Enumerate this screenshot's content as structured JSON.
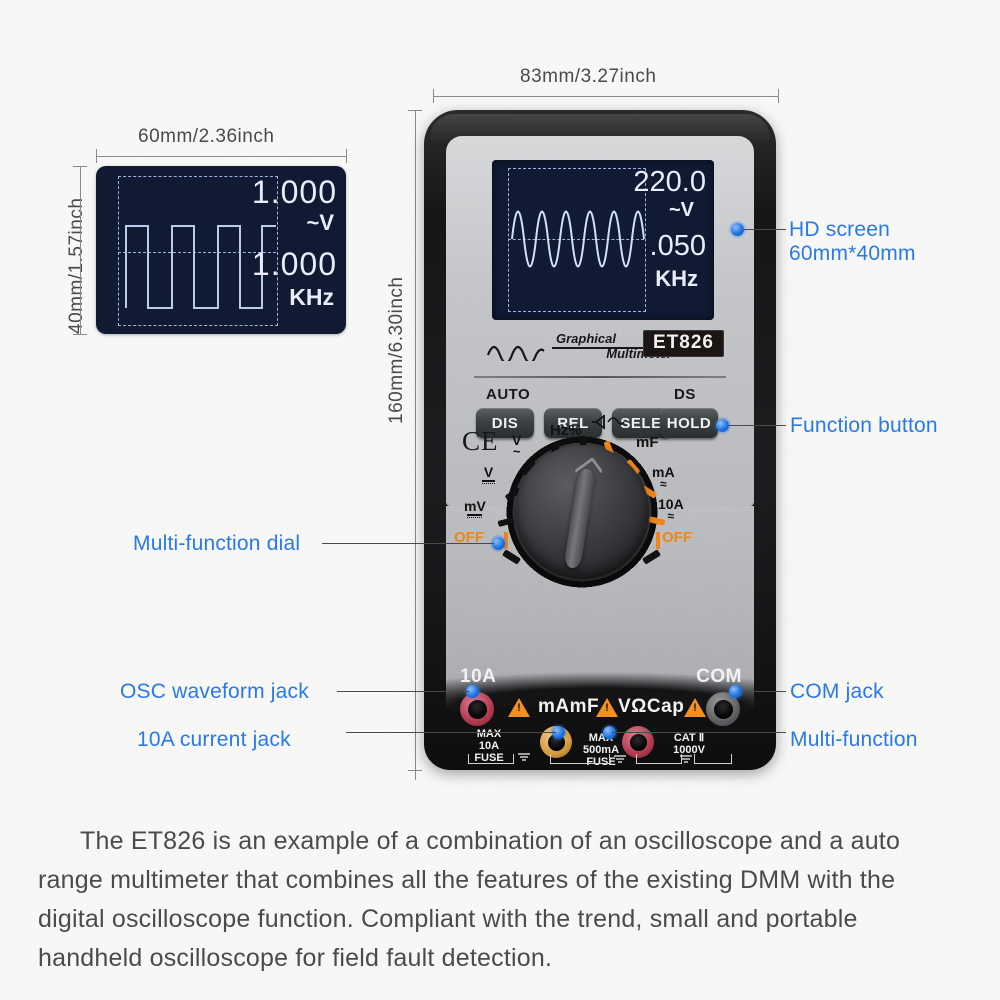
{
  "background_color": "#f7f7f6",
  "accent_color": "#2979e8",
  "dial_accent_color": "#f08519",
  "dimensions": {
    "screen_width": "60mm/2.36inch",
    "screen_height": "40mm/1.57inch",
    "device_width": "83mm/3.27inch",
    "device_height": "160mm/6.30inch"
  },
  "sample_screen": {
    "voltage_value": "1.000",
    "voltage_unit": "~V",
    "freq_value": "1.000",
    "freq_unit": "KHz",
    "waveform": "square"
  },
  "device": {
    "lcd": {
      "voltage_value": "220.0",
      "voltage_unit": "~V",
      "freq_value": ".050",
      "freq_unit": "KHz",
      "waveform": "sine"
    },
    "brand_line1": "Graphical",
    "brand_line2": "Multimeter",
    "model": "ET826",
    "button_top_labels": {
      "auto": "AUTO",
      "ds": "DS"
    },
    "buttons": [
      "DIS",
      "REL",
      "SELE",
      "HOLD"
    ],
    "certification": "CE",
    "dial_labels_left": [
      "mV",
      "V",
      "V~",
      "Hz%"
    ],
    "dial_labels_right": [
      "mF",
      "mA",
      "10A"
    ],
    "dial_off_left": "OFF",
    "dial_off_right": "OFF",
    "jacks": {
      "top_left": "10A",
      "top_right": "COM",
      "mid_left": "mAmF",
      "mid_right": "VΩCap",
      "fuse_left": "MAX\n10A\nFUSE",
      "fuse_mid": "MAX\n500mA\nFUSE",
      "cat_right": "CAT Ⅱ\n1000V"
    }
  },
  "callouts": {
    "hd_screen_line1": "HD screen",
    "hd_screen_line2": "60mm*40mm",
    "function_button": "Function button",
    "com_jack": "COM jack",
    "multi_function": "Multi-function",
    "multi_function_dial": "Multi-function dial",
    "osc_waveform_jack": "OSC waveform jack",
    "current_jack_10a": "10A current jack"
  },
  "description": {
    "text": "The ET826 is an example of a combination of an oscilloscope and a auto range multimeter that combines all the features of the existing DMM with the digital oscilloscope function. Compliant with the trend, small and portable handheld oscilloscope for field fault detection."
  }
}
